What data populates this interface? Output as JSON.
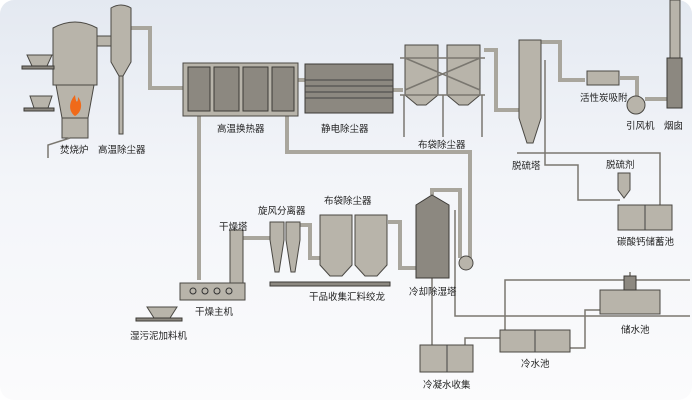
{
  "labels": {
    "incinerator": "焚烧炉",
    "high_temp_dust_collector": "高温除尘器",
    "high_temp_heat_exchanger": "高温换热器",
    "electrostatic_precipitator": "静电除尘器",
    "bag_filter_top": "布袋除尘器",
    "desulfurization_tower": "脱硫塔",
    "activated_carbon_adsorption": "活性炭吸附",
    "induced_draft_fan": "引风机",
    "chimney": "烟囱",
    "desulfurizer": "脱硫剂",
    "calcium_carbonate_tank": "碳酸钙储蓄池",
    "drying_tower": "干燥塔",
    "cyclone_separator": "旋风分离器",
    "bag_filter_bottom": "布袋除尘器",
    "dryer_main_unit": "干燥主机",
    "dry_product_auger": "干品收集汇料绞龙",
    "cooling_dehumidifying_tower": "冷却除湿塔",
    "wet_sludge_feeder": "湿污泥加料机",
    "condensate_collection": "冷凝水收集",
    "cold_water_pool": "冷水池",
    "water_storage_pool": "储水池"
  },
  "colors": {
    "equipment": "#b8b4aa",
    "pipe": "#a9a69d",
    "flame": "#f06a1a"
  }
}
